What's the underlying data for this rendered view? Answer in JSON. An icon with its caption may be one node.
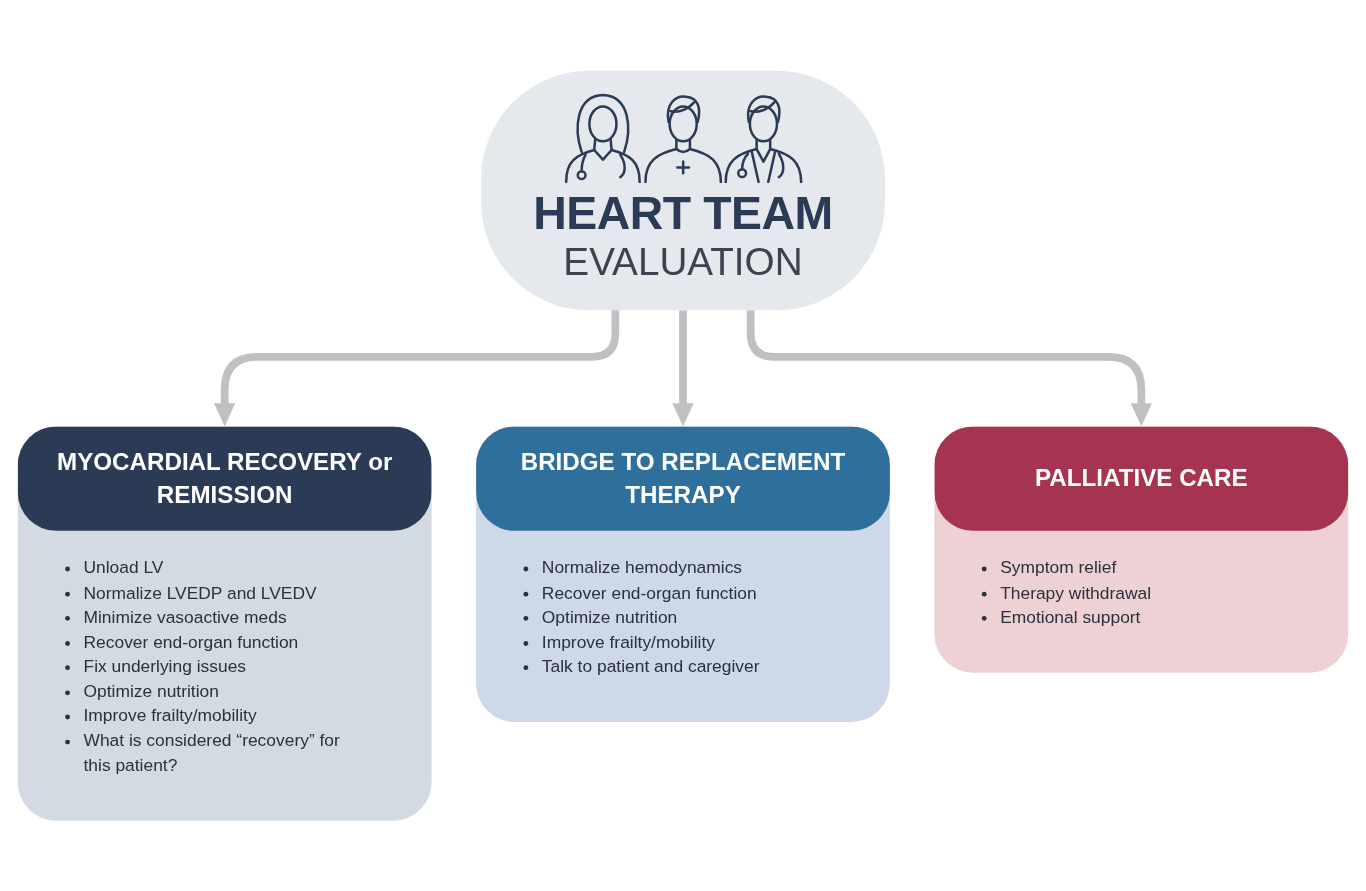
{
  "diagram": {
    "nodes": [
      {
        "text": [
          "HEART TEAM",
          "EVALUATION"
        ]
      },
      {
        "text": [
          "MYOCARDIAL RECOVERY or REMISSION",
          "Unload LV",
          "Normalize LVEDP and LVEDV",
          "Minimize vasoactive meds",
          "Recover end-organ function",
          "Fix underlying issues",
          "Optimize nutrition",
          "Improve frailty/mobility",
          "What is considered “recovery” for this patient?"
        ]
      },
      {
        "text": [
          "BRIDGE TO REPLACEMENT THERAPY",
          "Normalize hemodynamics",
          "Recover end-organ function",
          "Optimize nutrition",
          "Improve frailty/mobility",
          "Talk to patient and caregiver"
        ]
      },
      {
        "text": [
          "PALLIATIVE CARE",
          "Symptom relief",
          "Therapy withdrawal",
          "Emotional support"
        ]
      }
    ],
    "edges": [
      {
        "from": 0,
        "to": 1,
        "arrow": "to"
      },
      {
        "from": 0,
        "to": 2,
        "arrow": "to"
      },
      {
        "from": 0,
        "to": 3,
        "arrow": "to"
      }
    ]
  }
}
